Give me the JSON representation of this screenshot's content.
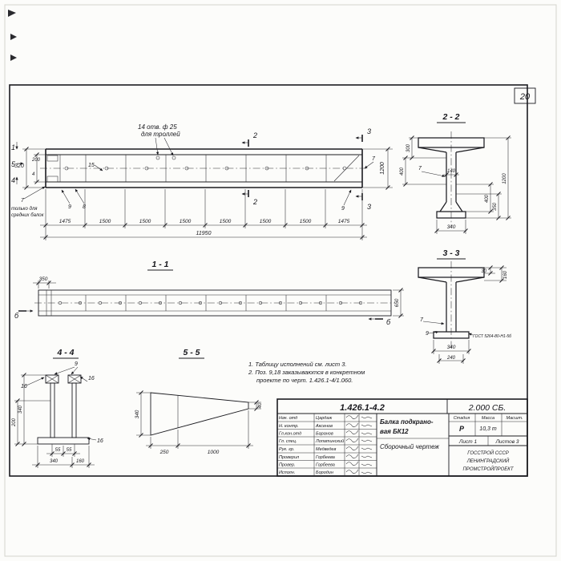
{
  "page": {
    "sheet_number": "20"
  },
  "main_view": {
    "holes_label_1": "14 отв. ф 25",
    "holes_label_2": "для троллей",
    "dim_320": "320",
    "dim_200": "200",
    "dim_1200": "1200",
    "cut_1": "1",
    "cut_2": "2",
    "cut_3": "3",
    "cut_4": "4",
    "cut_5": "5",
    "callout_15": "15",
    "callout_7": "7",
    "callout_8": "8",
    "callout_9": "9",
    "note_line1": "только для",
    "note_line2": "средних балок",
    "segment_dims": [
      "1475",
      "1500",
      "1500",
      "1500",
      "1500",
      "1500",
      "1500",
      "1475"
    ],
    "total_dim": "11950"
  },
  "section_2_2": {
    "title": "2 - 2",
    "dim_300": "300",
    "dim_400_left": "400",
    "dim_140": "140",
    "dim_1200": "1200",
    "dim_400_right": "400",
    "dim_350": "350",
    "dim_340": "340",
    "callout_7": "7"
  },
  "section_3_3": {
    "title": "3 - 3",
    "dim_30": "30",
    "dim_160": "160",
    "dim_340": "340",
    "dim_240": "240",
    "callout_7": "7",
    "callout_9": "9",
    "weld_note": "ГОСТ 5264-80-Н1-5б"
  },
  "view_1_1": {
    "title": "1 - 1",
    "dim_350": "350",
    "dim_650": "650",
    "marker_b": "б"
  },
  "view_4_4": {
    "title": "4 - 4",
    "callout_9": "9",
    "callout_16": "16",
    "dim_55": "55",
    "dim_340_left": "340",
    "dim_200": "200",
    "dim_340_bottom": "340",
    "dim_160": "160"
  },
  "view_5_5": {
    "title": "5 - 5",
    "dim_340": "340",
    "dim_40": "40",
    "dim_250": "250",
    "dim_1000": "1000"
  },
  "notes": {
    "line1": "1. Таблицу исполнений см. лист 3.",
    "line2": "2. Поз. 9,18 заказываются в конкретном",
    "line3": "проекте по черт. 1.426.1-4/1.060."
  },
  "title_block": {
    "doc_number": "1.426.1-4.2",
    "assembly_code": "2.000 СБ.",
    "product_line1": "Балка подкрано-",
    "product_line2": "вая  БК12",
    "drawing_type": "Сборочный  чертеж",
    "col_stage": "Стадия",
    "col_mass": "Масса",
    "col_scale": "Масшт.",
    "stage_value": "Р",
    "mass_value": "10,3 т",
    "scale_value": "",
    "sheet_label": "Лист 1",
    "sheets_label": "Листов 3",
    "org_line1": "ГОССТРОЙ СССР",
    "org_line2": "ЛЕНИНГРАДСКИЙ",
    "org_line3": "ПРОМСТРОЙПРОЕКТ",
    "staff": [
      {
        "role": "Нач. отд",
        "name": "Цардаж"
      },
      {
        "role": "Н. контр.",
        "name": "Аксенов"
      },
      {
        "role": "Гл.кон.отд",
        "name": "Баранов"
      },
      {
        "role": "Гл. спец.",
        "name": "Лопатинский"
      },
      {
        "role": "Рук. гр.",
        "name": "Медведев"
      },
      {
        "role": "Проверил",
        "name": "Горбеева"
      },
      {
        "role": "Провер.",
        "name": "Горбеева"
      },
      {
        "role": "Исполн.",
        "name": "Бородин"
      }
    ]
  }
}
